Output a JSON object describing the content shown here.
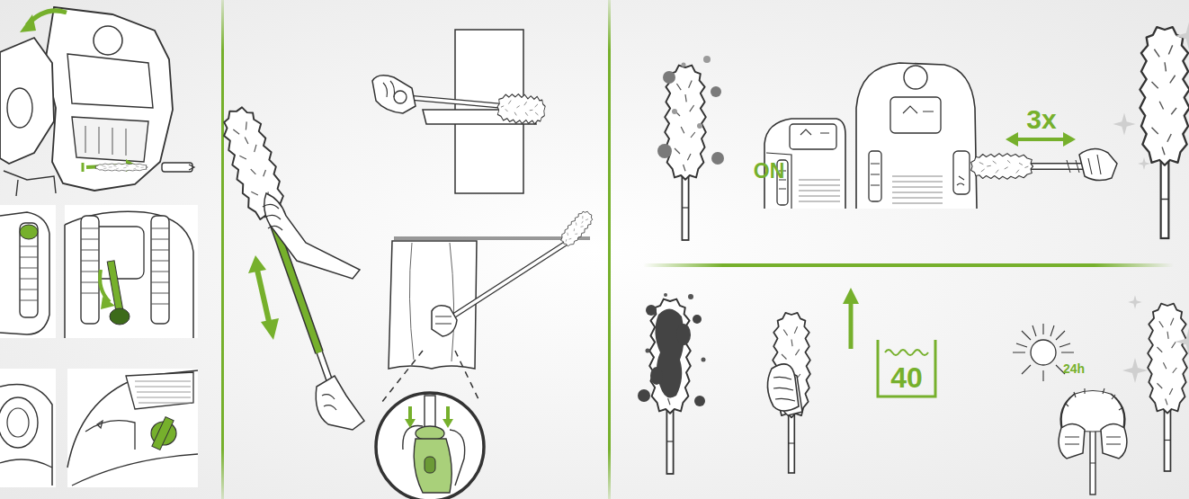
{
  "diagram": {
    "labels": [
      "ON",
      "3x",
      "40",
      "24h"
    ]
  }
}
